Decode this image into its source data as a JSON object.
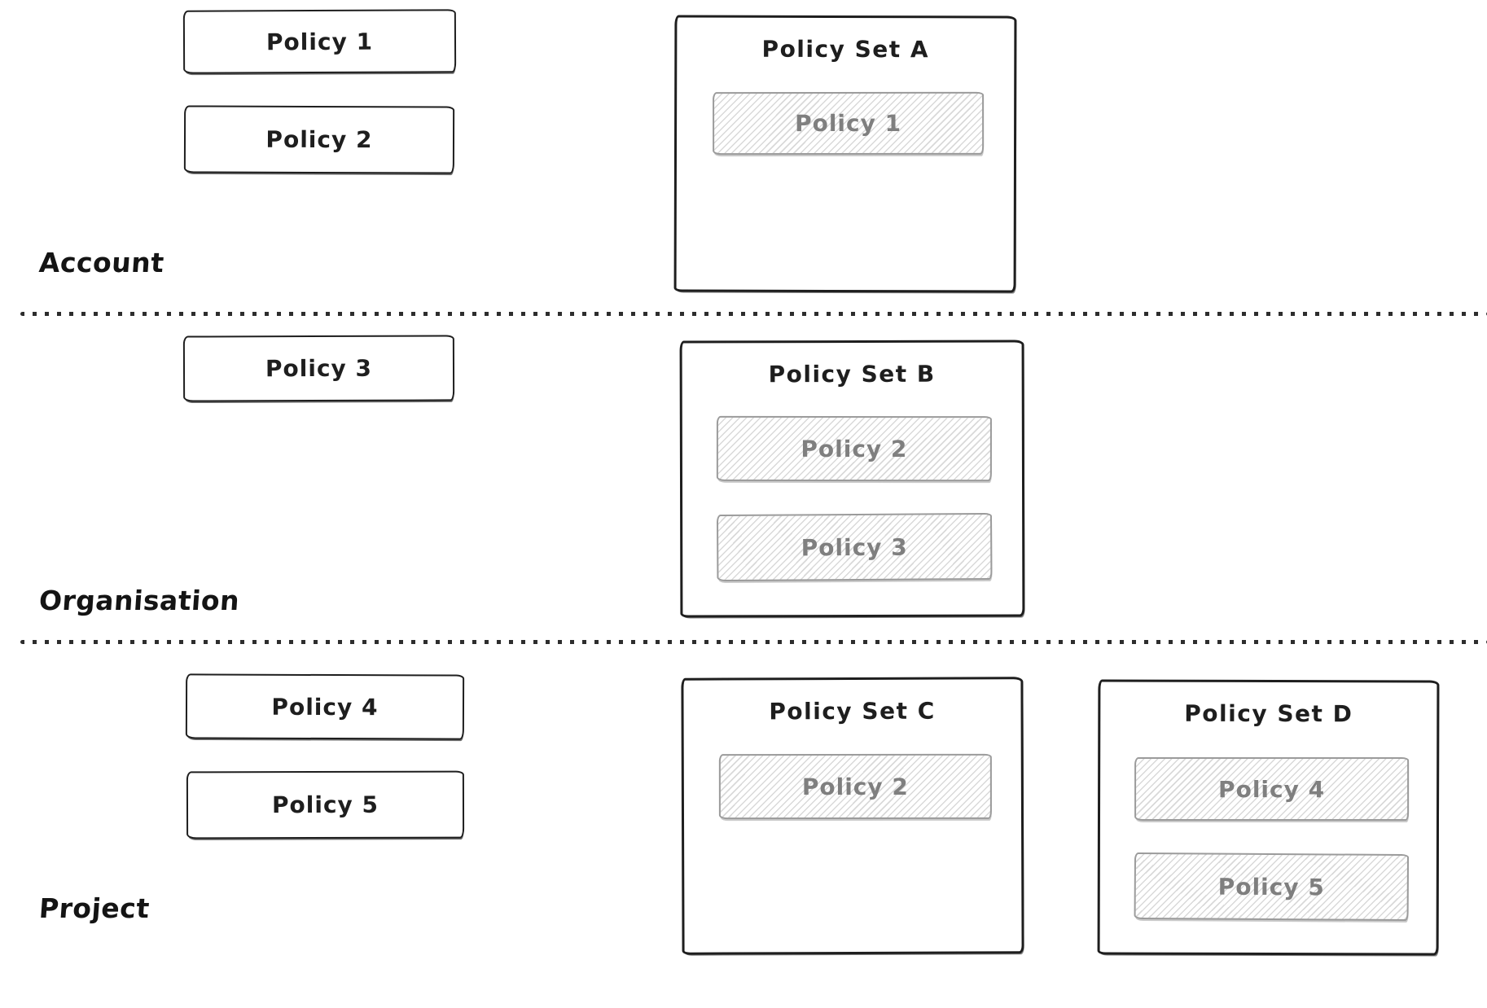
{
  "colors": {
    "ink": "#1e1e1e",
    "hatch_border": "#9b9b9b",
    "hatch_line": "#d9d9d9",
    "hatch_text": "#7f7f7f",
    "canvas_background": "#ffffff"
  },
  "sections": [
    {
      "label": "Account",
      "policies": [
        {
          "label": "Policy 1"
        },
        {
          "label": "Policy 2"
        }
      ],
      "sets": [
        {
          "title": "Policy Set A",
          "members": [
            {
              "label": "Policy 1"
            }
          ]
        }
      ]
    },
    {
      "label": "Organisation",
      "policies": [
        {
          "label": "Policy 3"
        }
      ],
      "sets": [
        {
          "title": "Policy Set B",
          "members": [
            {
              "label": "Policy 2"
            },
            {
              "label": "Policy 3"
            }
          ]
        }
      ]
    },
    {
      "label": "Project",
      "policies": [
        {
          "label": "Policy 4"
        },
        {
          "label": "Policy 5"
        }
      ],
      "sets": [
        {
          "title": "Policy Set C",
          "members": [
            {
              "label": "Policy 2"
            }
          ]
        },
        {
          "title": "Policy Set D",
          "members": [
            {
              "label": "Policy 4"
            },
            {
              "label": "Policy 5"
            }
          ]
        }
      ]
    }
  ]
}
